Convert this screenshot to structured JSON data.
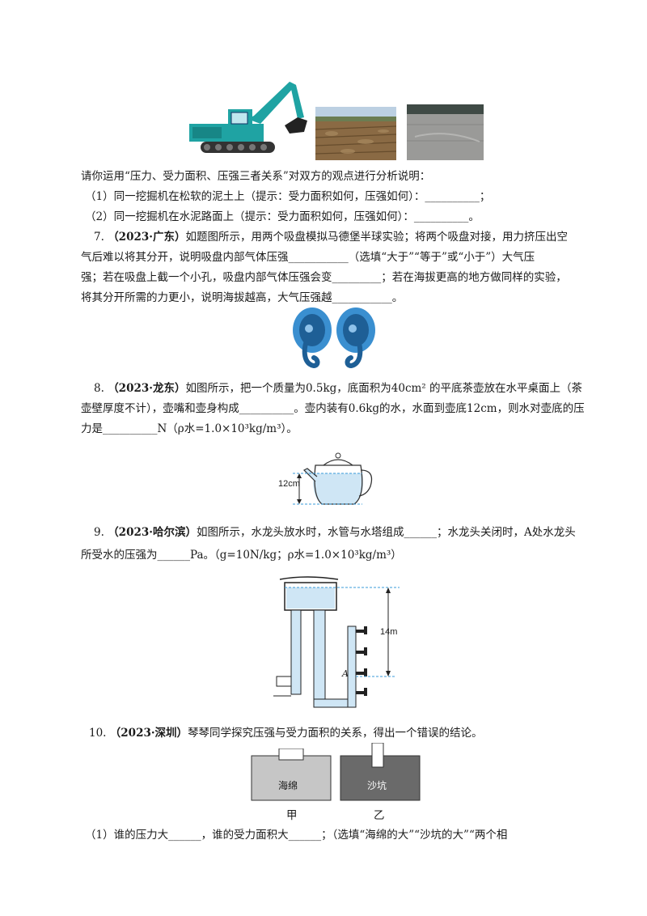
{
  "intro": {
    "prompt": "请你运用“压力、受力面积、压强三者关系”对双方的观点进行分析说明：",
    "sub1": "（1）同一挖掘机在松软的泥土上（提示：受力面积如何，压强如何）：__________；",
    "sub2": "（2）同一挖掘机在水泥路面上（提示：受力面积如何，压强如何）：__________。"
  },
  "q7": {
    "num": "7.",
    "source": "（2023·广东）",
    "l1": "如题图所示，用两个吸盘模拟马德堡半球实验；将两个吸盘对接，用力挤压出空",
    "l2": "气后难以将其分开，说明吸盘内部气体压强___________（选填“大于”“等于”或“小于”）大气压",
    "l3": "强；若在吸盘上截一个小孔，吸盘内部气体压强会变_________；若在海拔更高的地方做同样的实验，",
    "l4": "将其分开所需的力更小，说明海拔越高，大气压强越___________。"
  },
  "q8": {
    "num": "8.",
    "source": "（2023·龙东）",
    "l1": "如图所示，把一个质量为0.5kg，底面积为40cm² 的平底茶壶放在水平桌面上（茶",
    "l2": "壶壁厚度不计），壶嘴和壶身构成__________。壶内装有0.6kg的水，水面到壶底12cm，则水对壶底的压",
    "l3": "力是__________N（ρ水=1.0×10³kg/m³）。",
    "fig_label": "12cm"
  },
  "q9": {
    "num": "9.",
    "source": "（2023·哈尔滨）",
    "l1": "如图所示，水龙头放水时，水管与水塔组成______；水龙头关闭时，A处水龙头",
    "l2": "所受水的压强为______Pa。（g=10N/kg；ρ水=1.0×10³kg/m³）",
    "fig_height": "14m",
    "fig_point": "A"
  },
  "q10": {
    "num": "10.",
    "source": "（2023·深圳）",
    "l1": "琴琴同学探究压强与受力面积的关系，得出一个错误的结论。",
    "sponge": "海绵",
    "sandpit": "沙坑",
    "cap_a": "甲",
    "cap_b": "乙",
    "sub1": "（1）谁的压力大______，谁的受力面积大______；（选填“海绵的大”“沙坑的大”“两个相"
  },
  "colors": {
    "excavator": "#1fa3a3",
    "sky": "#bcd0e2",
    "soil": "#8a6a44",
    "water": "#cfe6f5",
    "suction": "#3a8fd0",
    "sponge": "#c6c6c6",
    "sandpit": "#6a6a6a"
  }
}
